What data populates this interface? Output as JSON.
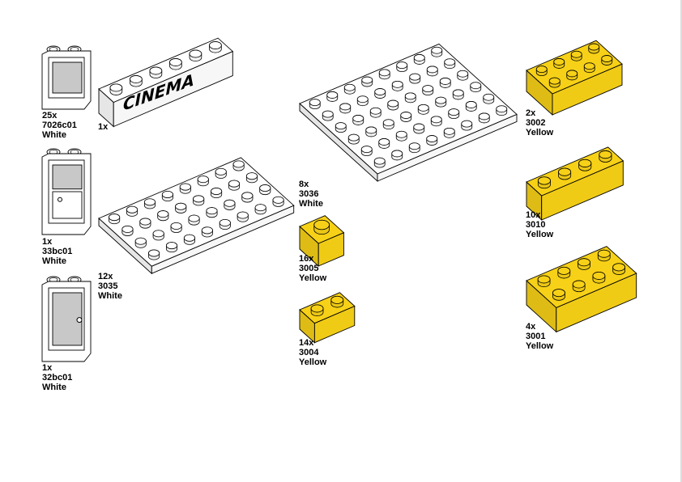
{
  "colors": {
    "White": "#ffffff",
    "Yellow": "#f7d117",
    "pane": "#c8c8c8",
    "outline": "#000000"
  },
  "sticker_text": "CINEMA",
  "parts": [
    {
      "id": "window",
      "qty": "25x",
      "part": "7026c01",
      "color": "White"
    },
    {
      "id": "cinema-brick",
      "qty": "1x"
    },
    {
      "id": "door-33",
      "qty": "1x",
      "part": "33bc01",
      "color": "White"
    },
    {
      "id": "plate-3035",
      "qty": "12x",
      "part": "3035",
      "color": "White"
    },
    {
      "id": "door-32",
      "qty": "1x",
      "part": "32bc01",
      "color": "White"
    },
    {
      "id": "plate-3036",
      "qty": "8x",
      "part": "3036",
      "color": "White"
    },
    {
      "id": "brick-3005",
      "qty": "16x",
      "part": "3005",
      "color": "Yellow"
    },
    {
      "id": "brick-3004",
      "qty": "14x",
      "part": "3004",
      "color": "Yellow"
    },
    {
      "id": "brick-3002",
      "qty": "2x",
      "part": "3002",
      "color": "Yellow"
    },
    {
      "id": "brick-3010",
      "qty": "10x",
      "part": "3010",
      "color": "Yellow"
    },
    {
      "id": "brick-3001",
      "qty": "4x",
      "part": "3001",
      "color": "Yellow"
    }
  ]
}
